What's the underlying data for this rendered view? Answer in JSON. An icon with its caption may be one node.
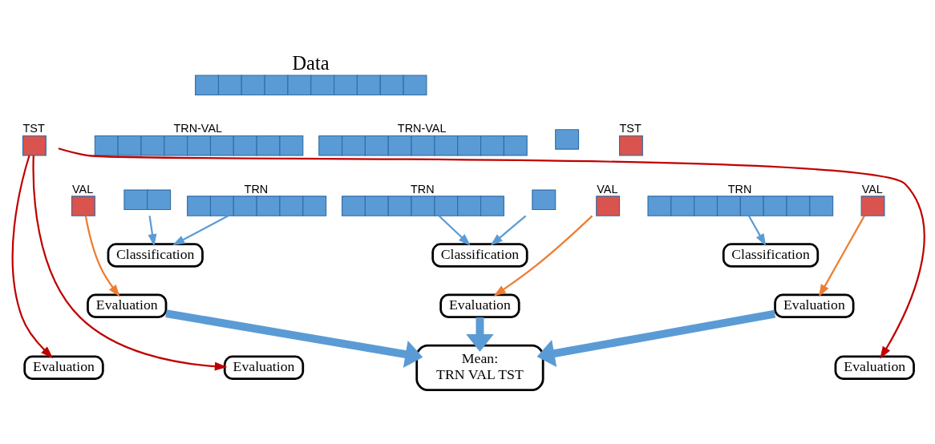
{
  "diagram": {
    "nodes": [
      {
        "text": [
          "Data"
        ]
      },
      {
        "text": [
          "TST"
        ]
      },
      {
        "text": [
          "TRN-VAL"
        ]
      },
      {
        "text": [],
        "shape": "bar"
      },
      {
        "text": [
          "TST"
        ]
      },
      {
        "text": [
          "TRN-VAL"
        ]
      },
      {
        "text": [
          "VAL"
        ]
      },
      {
        "text": [
          "TRN"
        ]
      },
      {
        "text": [
          "Classification"
        ]
      },
      {
        "text": [
          "Evaluation"
        ]
      },
      {
        "text": [
          "Evaluation"
        ]
      },
      {
        "text": [],
        "shape": "bar"
      },
      {
        "text": [
          "VAL"
        ]
      },
      {
        "text": [
          "TRN"
        ]
      },
      {
        "text": [
          "Classification"
        ]
      },
      {
        "text": [
          "Evaluation"
        ]
      },
      {
        "text": [
          "Evaluation"
        ]
      },
      {
        "text": [],
        "shape": "bar"
      },
      {
        "text": [
          "VAL"
        ]
      },
      {
        "text": [
          "TRN"
        ]
      },
      {
        "text": [
          "Classification"
        ]
      },
      {
        "text": [
          "Evaluation"
        ]
      },
      {
        "text": [
          "Evaluation"
        ]
      },
      {
        "text": [
          "Mean:",
          "TRN VAL TST"
        ]
      }
    ],
    "edges": [
      {
        "from": 7,
        "to": 8,
        "arrow": "to"
      },
      {
        "from": 6,
        "to": 9,
        "arrow": "to",
        "color": "#ed7d31"
      },
      {
        "from": 1,
        "to": 10,
        "arrow": "to",
        "color": "#c00000"
      },
      {
        "from": 11,
        "to": 14,
        "arrow": "to"
      },
      {
        "from": 13,
        "to": 14,
        "arrow": "to"
      },
      {
        "from": 12,
        "to": 15,
        "arrow": "to",
        "color": "#ed7d31"
      },
      {
        "from": 1,
        "to": 16,
        "arrow": "to",
        "color": "#c00000"
      },
      {
        "from": 17,
        "to": 20,
        "arrow": "to"
      },
      {
        "from": 19,
        "to": 20,
        "arrow": "to"
      },
      {
        "from": 18,
        "to": 21,
        "arrow": "to",
        "color": "#ed7d31"
      },
      {
        "from": 1,
        "to": 22,
        "arrow": "to",
        "color": "#c00000"
      },
      {
        "from": 9,
        "to": 23,
        "arrow": "to",
        "style": "thick"
      },
      {
        "from": 15,
        "to": 23,
        "arrow": "to",
        "style": "thick"
      },
      {
        "from": 21,
        "to": 23,
        "arrow": "to",
        "style": "thick"
      }
    ]
  }
}
